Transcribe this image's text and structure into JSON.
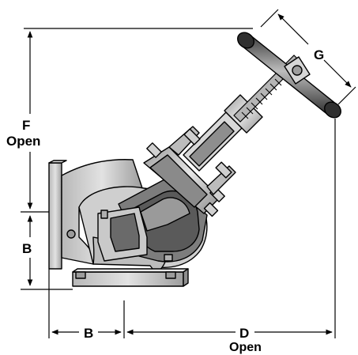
{
  "dimensions": {
    "f_label": "F",
    "f_sub": "Open",
    "b_vertical_label": "B",
    "b_horizontal_label": "B",
    "d_label": "D",
    "d_sub": "Open",
    "g_label": "G"
  },
  "colors": {
    "line": "#000000",
    "metal_light": "#d4d4d4",
    "metal_mid": "#a8a8a8",
    "metal_dark": "#5e5e5e",
    "cut_face": "#8c8c8c"
  }
}
